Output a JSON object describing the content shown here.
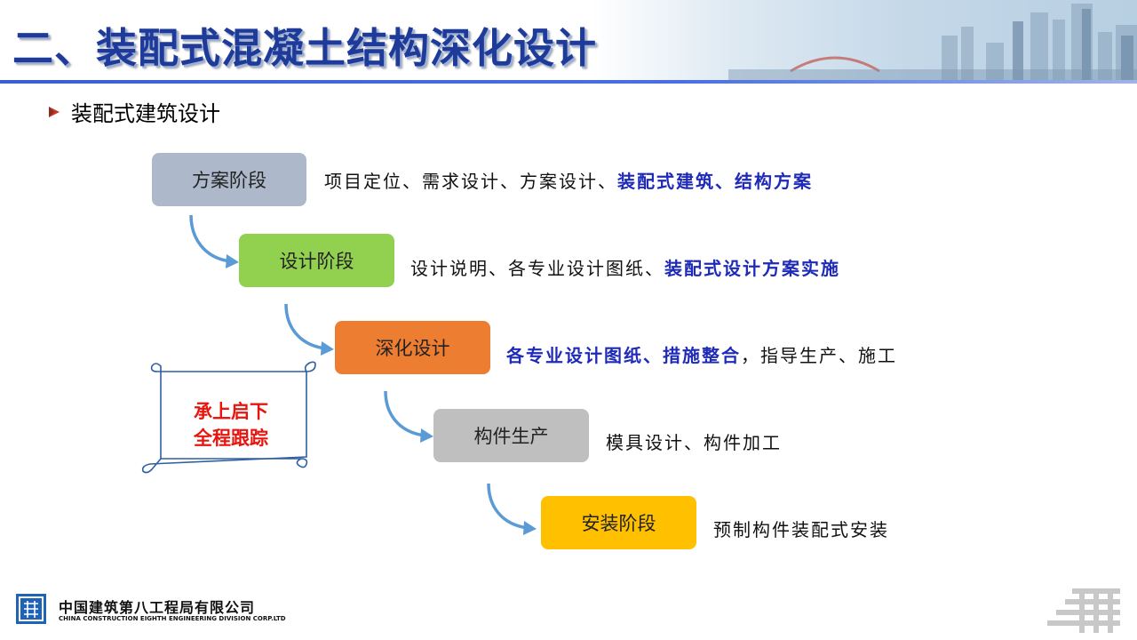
{
  "header": {
    "title": "二、装配式混凝土结构深化设计"
  },
  "section": {
    "heading": "装配式建筑设计",
    "bullet_icon": "triangle-bullet-icon"
  },
  "stages": [
    {
      "label": "方案阶段",
      "color": "#adb9ca",
      "desc_plain": "项目定位、需求设计、方案设计、",
      "desc_emphasis": "装配式建筑、结构方案",
      "desc_tail": ""
    },
    {
      "label": "设计阶段",
      "color": "#92d050",
      "desc_plain": "设计说明、各专业设计图纸、",
      "desc_emphasis": "装配式设计方案实施",
      "desc_tail": ""
    },
    {
      "label": "深化设计",
      "color": "#ed7d31",
      "desc_plain": "",
      "desc_emphasis": "各专业设计图纸、措施整合",
      "desc_tail": "，指导生产、施工"
    },
    {
      "label": "构件生产",
      "color": "#bfbfbf",
      "desc_plain": "模具设计、构件加工",
      "desc_emphasis": "",
      "desc_tail": ""
    },
    {
      "label": "安装阶段",
      "color": "#ffc000",
      "desc_plain": "预制构件装配式安装",
      "desc_emphasis": "",
      "desc_tail": ""
    }
  ],
  "scroll_note": {
    "line1": "承上启下",
    "line2": "全程跟踪"
  },
  "footer": {
    "company_cn": "中国建筑第八工程局有限公司",
    "company_en": "CHINA CONSTRUCTION EIGHTH ENGINEERING DIVISION CORP.LTD",
    "logo_icon": "cscec-logo-icon",
    "mark_icon": "building-mark-icon"
  },
  "colors": {
    "title_blue": "#1f3b9a",
    "emphasis_blue": "#1f2bb8",
    "note_red": "#e8150e",
    "arrow_blue": "#5b9bd5"
  }
}
